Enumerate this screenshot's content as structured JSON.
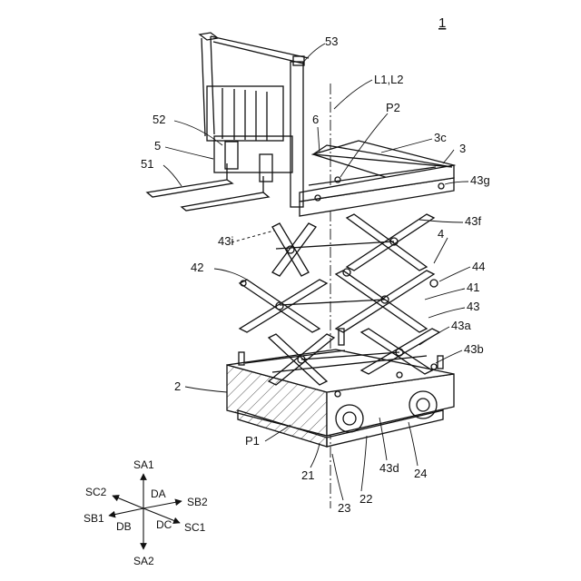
{
  "figure_number": "1",
  "labels": {
    "l53": "53",
    "l6": "6",
    "lL": "L1,L2",
    "lP2": "P2",
    "l3c": "3c",
    "l3": "3",
    "l52": "52",
    "l5": "5",
    "l51": "51",
    "l43g": "43g",
    "l43f": "43f",
    "l43i": "43i",
    "l4": "4",
    "l44": "44",
    "l42": "42",
    "l41": "41",
    "l43": "43",
    "l43a": "43a",
    "l43b": "43b",
    "l2": "2",
    "lP1": "P1",
    "l21": "21",
    "l43d": "43d",
    "l24": "24",
    "l22": "22",
    "l23": "23"
  },
  "axes": {
    "SA1": "SA1",
    "SA2": "SA2",
    "SB1": "SB1",
    "SB2": "SB2",
    "SC1": "SC1",
    "SC2": "SC2",
    "DA": "DA",
    "DB": "DB",
    "DC": "DC"
  }
}
